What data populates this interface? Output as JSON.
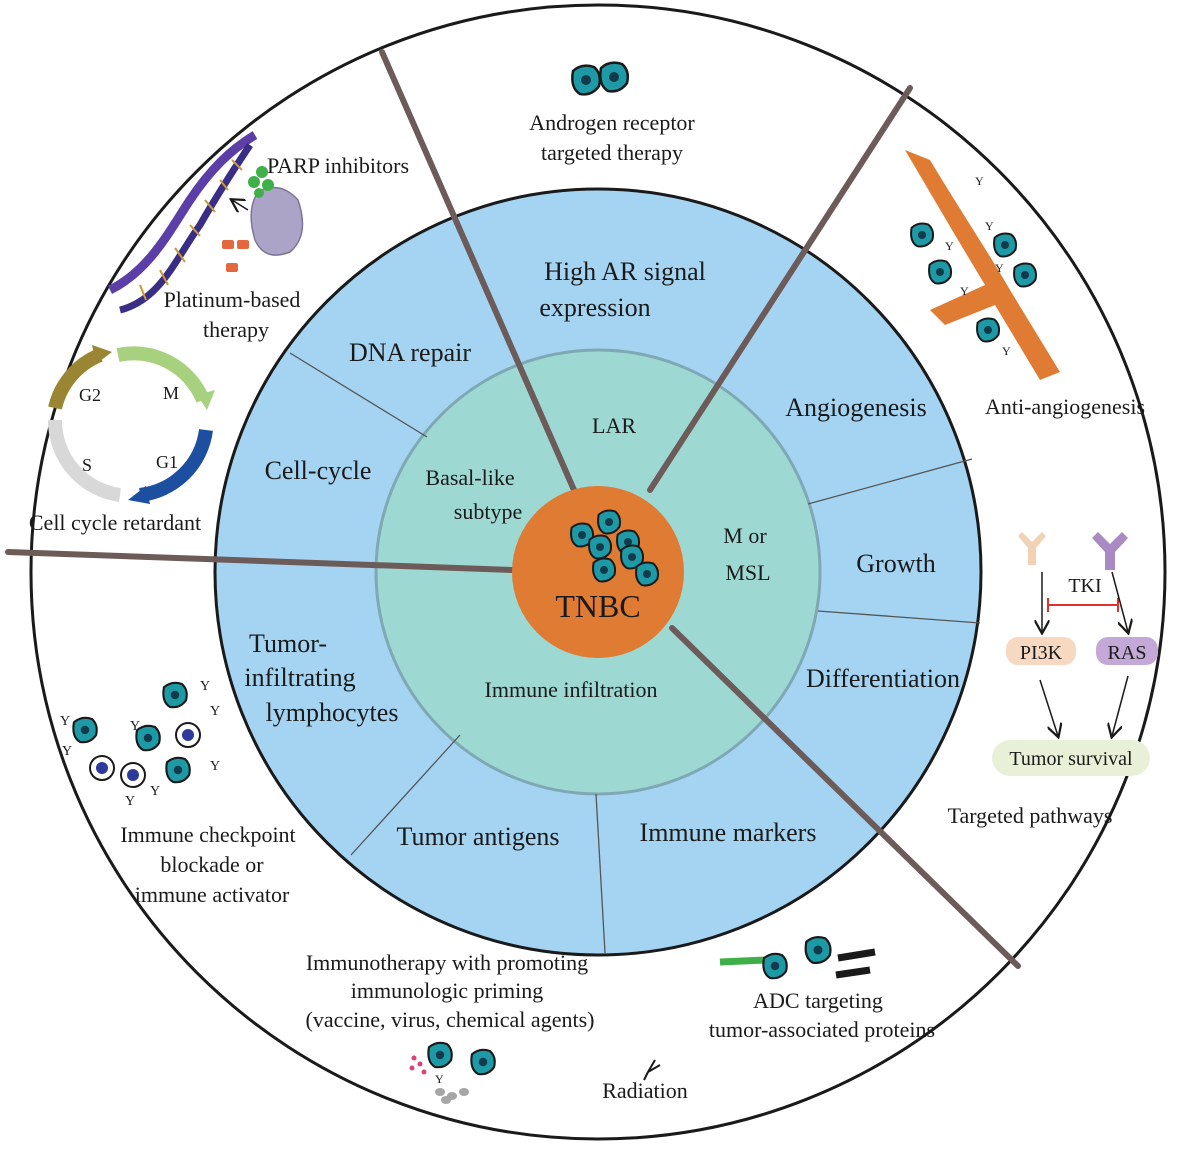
{
  "center": {
    "label": "TNBC"
  },
  "subtypes": {
    "lar": "LAR",
    "basal_1": "Basal-like",
    "basal_2": "subtype",
    "m_1": "M or",
    "m_2": "MSL",
    "immune": "Immune infiltration"
  },
  "features": {
    "ar_1": "High AR signal",
    "ar_2": "expression",
    "dna_repair": "DNA repair",
    "cell_cycle": "Cell-cycle",
    "angiogenesis": "Angiogenesis",
    "growth": "Growth",
    "differentiation": "Differentiation",
    "til_1": "Tumor-",
    "til_2": "infiltrating",
    "til_3": "lymphocytes",
    "tumor_antigens": "Tumor antigens",
    "immune_markers": "Immune markers"
  },
  "therapies": {
    "ar_1": "Androgen receptor",
    "ar_2": "targeted therapy",
    "parp": "PARP inhibitors",
    "platinum_1": "Platinum-based",
    "platinum_2": "therapy",
    "cell_cycle": "Cell cycle retardant",
    "anti_angio": "Anti-angiogenesis",
    "targeted": "Targeted pathways",
    "checkpoint_1": "Immune checkpoint",
    "checkpoint_2": "blockade or",
    "checkpoint_3": "immune activator",
    "immuno_1": "Immunotherapy with promoting",
    "immuno_2": "immunologic priming",
    "immuno_3": "(vaccine, virus, chemical agents)",
    "radiation": "Radiation",
    "adc_1": "ADC targeting",
    "adc_2": "tumor-associated proteins"
  },
  "pathway": {
    "tki": "TKI",
    "pi3k": "PI3K",
    "ras": "RAS",
    "survival": "Tumor survival"
  },
  "cell_cycle_phases": {
    "g2": "G2",
    "m": "M",
    "s": "S",
    "g1": "G1"
  },
  "colors": {
    "core": "#e07b34",
    "inner_ring": "#9ed8d3",
    "middle_ring": "#a4d4f2",
    "divider": "#6d5b59",
    "cell": "#1d9aa6",
    "vessel": "#e07b34"
  }
}
